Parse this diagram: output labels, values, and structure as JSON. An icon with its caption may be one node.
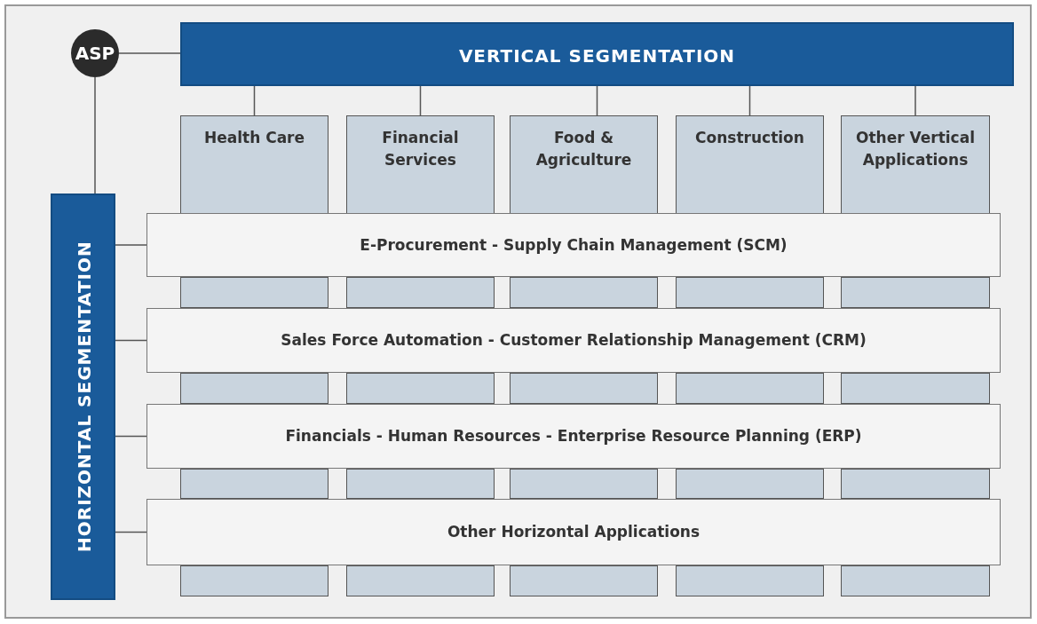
{
  "diagram": {
    "nodes": [
      {
        "text": [
          "ASP"
        ]
      },
      {
        "text": [
          "VERTICAL SEGMENTATION"
        ]
      },
      {
        "text": [
          "Health Care"
        ]
      },
      {
        "text": [
          "Financial Services"
        ]
      },
      {
        "text": [
          "Food & Agriculture"
        ]
      },
      {
        "text": [
          "Construction"
        ]
      },
      {
        "text": [
          "Other Vertical Applications"
        ]
      },
      {
        "text": [
          "HORIZONTAL SEGMENTATION"
        ]
      },
      {
        "text": [
          "E-Procurement - Supply Chain Management (SCM)"
        ]
      },
      {
        "text": [
          "Sales Force Automation - Customer Relationship Management (CRM)"
        ]
      },
      {
        "text": [
          "Financials - Human Resources - Enterprise Resource Planning (ERP)"
        ]
      },
      {
        "text": [
          "Other Horizontal Applications"
        ]
      },
      {
        "text": [],
        "shape": "box"
      },
      {
        "text": [],
        "shape": "box"
      },
      {
        "text": [],
        "shape": "box"
      },
      {
        "text": [],
        "shape": "box"
      },
      {
        "text": [],
        "shape": "box"
      },
      {
        "text": [],
        "shape": "box"
      },
      {
        "text": [],
        "shape": "box"
      },
      {
        "text": [],
        "shape": "box"
      },
      {
        "text": [],
        "shape": "box"
      },
      {
        "text": [],
        "shape": "box"
      },
      {
        "text": [],
        "shape": "box"
      },
      {
        "text": [],
        "shape": "box"
      },
      {
        "text": [],
        "shape": "box"
      },
      {
        "text": [],
        "shape": "box"
      },
      {
        "text": [],
        "shape": "box"
      },
      {
        "text": [],
        "shape": "box"
      },
      {
        "text": [],
        "shape": "box"
      },
      {
        "text": [],
        "shape": "box"
      },
      {
        "text": [],
        "shape": "box"
      },
      {
        "text": [],
        "shape": "box"
      }
    ],
    "edges": [
      {
        "from": 0,
        "to": 1,
        "arrow": "none"
      },
      {
        "from": 0,
        "to": 7,
        "arrow": "none"
      },
      {
        "from": 1,
        "to": 2,
        "arrow": "none"
      },
      {
        "from": 1,
        "to": 3,
        "arrow": "none"
      },
      {
        "from": 1,
        "to": 4,
        "arrow": "none"
      },
      {
        "from": 1,
        "to": 5,
        "arrow": "none"
      },
      {
        "from": 1,
        "to": 6,
        "arrow": "none"
      },
      {
        "from": 7,
        "to": 8,
        "arrow": "none"
      },
      {
        "from": 7,
        "to": 9,
        "arrow": "none"
      },
      {
        "from": 7,
        "to": 10,
        "arrow": "none"
      },
      {
        "from": 7,
        "to": 11,
        "arrow": "none"
      }
    ]
  }
}
